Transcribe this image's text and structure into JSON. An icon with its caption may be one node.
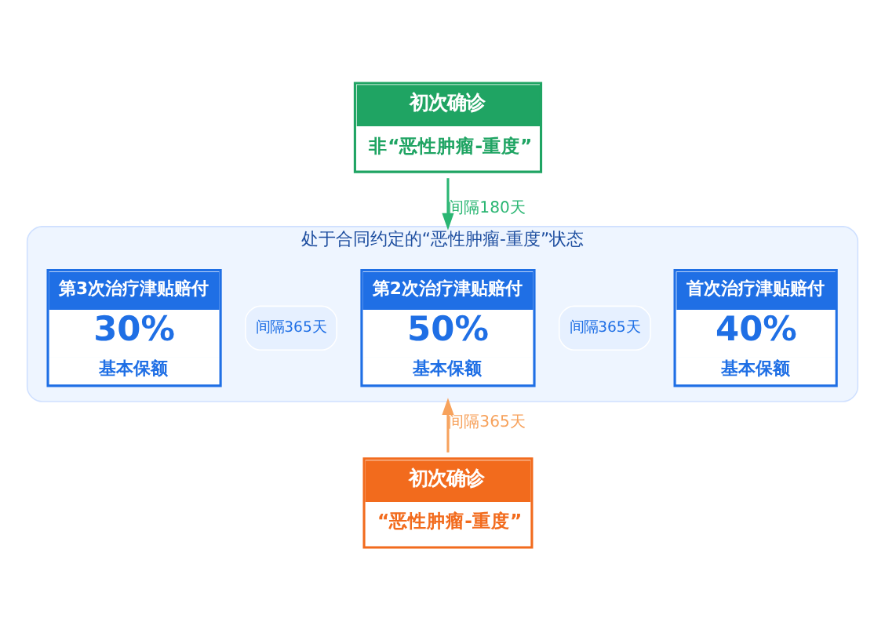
{
  "diagram": {
    "nodes": [
      {
        "text": [
          "初次确诊",
          "非“恶性肿瘤-重度”"
        ]
      },
      {
        "text": [
          "处于合同约定的“恶性肿瘤-重度”状态"
        ]
      },
      {
        "text": [
          "首次治疗津贴赔付",
          "40%",
          "基本保额"
        ],
        "in": 1
      },
      {
        "text": [
          "间隔365天"
        ],
        "in": 1
      },
      {
        "text": [
          "第2次治疗津贴赔付",
          "50%",
          "基本保额"
        ],
        "in": 1
      },
      {
        "text": [
          "间隔365天"
        ],
        "in": 1
      },
      {
        "text": [
          "第3次治疗津贴赔付",
          "30%",
          "基本保额"
        ],
        "in": 1
      },
      {
        "text": [
          "初次确诊",
          "“恶性肿瘤-重度”"
        ]
      }
    ],
    "edges": [
      {
        "from": 0,
        "to": 1,
        "arrow": "to",
        "label": "间隔180天",
        "color": "#2bb673"
      },
      {
        "from": 7,
        "to": 1,
        "arrow": "to",
        "label": "间隔365天",
        "color": "#f7a25c"
      }
    ]
  }
}
